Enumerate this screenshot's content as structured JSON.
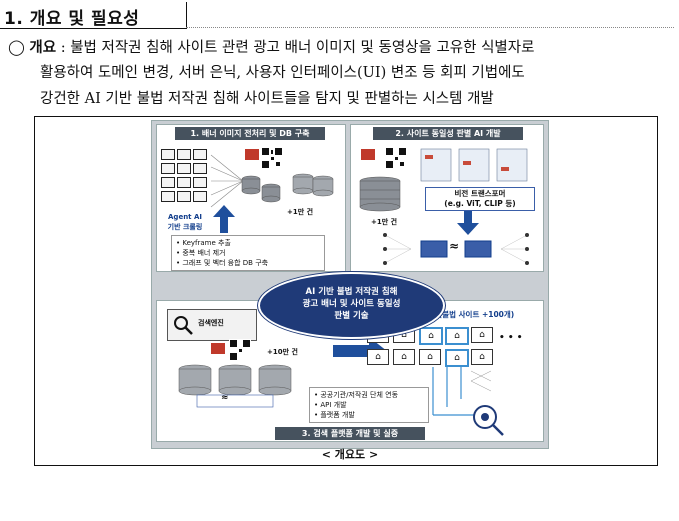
{
  "section": {
    "title": "1. 개요 및 필요성"
  },
  "intro": {
    "marker": "◯",
    "lead": "개요",
    "line1_rest": " : 불법 저작권 침해 사이트 관련 광고 배너 이미지 및 동영상을 고유한 식별자로",
    "line2": "활용하여 도메인 변경, 서버 은닉, 사용자 인터페이스(UI) 변조 등 회피 기법에도",
    "line3": "강건한 AI 기반 불법 저작권 침해 사이트들을 탐지 및 판별하는 시스템 개발"
  },
  "figure": {
    "caption": "< 개요도 >",
    "panel1": {
      "header": "1. 배너 이미지 전처리 및 DB 구축",
      "agent_label_1": "Agent AI",
      "agent_label_2": "기반 크롤링",
      "count": "+1만 건",
      "bullets": [
        "Keyframe 추출",
        "중복 배너 제거",
        "그래프 및 벡터 융합 DB 구축"
      ]
    },
    "panel2": {
      "header": "2. 사이트 동일성 판별 AI 개발",
      "model_1": "비전 트랜스포머",
      "model_2": "(e.g. ViT, CLIP 등)",
      "count": "+1만 건",
      "approx": "≈"
    },
    "center": {
      "line1": "AI 기반 불법 저작권 침해",
      "line2": "광고 배너 및 사이트 동일성",
      "line3": "판별 기술"
    },
    "panel3": {
      "header": "3. 검색 플랫폼 개발 및 실증",
      "search_label": "검색엔진",
      "count": "+10만 건",
      "demo_label": "실증(불법 사이트 +100개)",
      "dots": "• • •",
      "bullets": [
        "공공기관/저작권 단체 연동",
        "API 개발",
        "플랫폼 개발"
      ],
      "approx": "≈"
    },
    "icons": [
      "banner-ad-icon",
      "database-icon",
      "qr-code-icon",
      "neural-network-icon",
      "website-icon",
      "search-gear-icon",
      "arrow-icon"
    ]
  }
}
